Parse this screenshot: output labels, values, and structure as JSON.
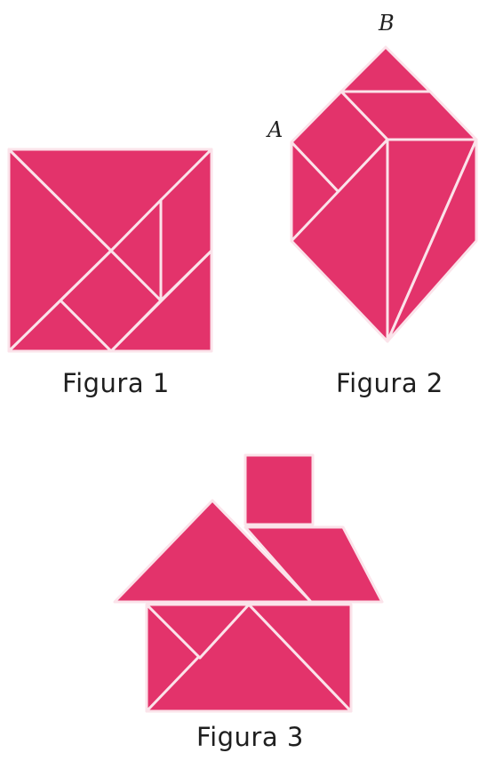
{
  "colors": {
    "piece_fill": "#e3336b",
    "piece_gap": "#fbe3ea"
  },
  "figure1": {
    "caption": "Figura 1"
  },
  "figure2": {
    "caption": "Figura 2",
    "vertex_a": "A",
    "vertex_b": "B"
  },
  "figure3": {
    "caption": "Figura 3"
  }
}
